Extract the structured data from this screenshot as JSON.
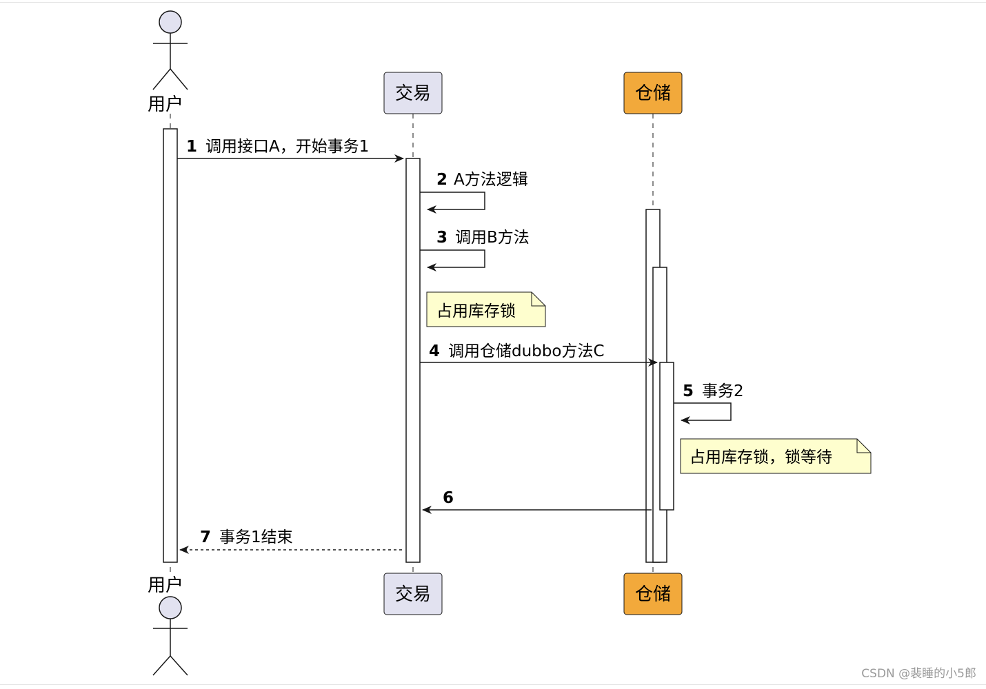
{
  "participants": {
    "user": {
      "label": "用户"
    },
    "trade": {
      "label": "交易"
    },
    "warehouse": {
      "label": "仓储"
    }
  },
  "messages": [
    {
      "num": "1",
      "text": "调用接口A，开始事务1"
    },
    {
      "num": "2",
      "text": "A方法逻辑"
    },
    {
      "num": "3",
      "text": "调用B方法"
    },
    {
      "num": "4",
      "text": "调用仓储dubbo方法C"
    },
    {
      "num": "5",
      "text": "事务2"
    },
    {
      "num": "6",
      "text": ""
    },
    {
      "num": "7",
      "text": "事务1结束"
    }
  ],
  "notes": [
    {
      "text": "占用库存锁"
    },
    {
      "text": "占用库存锁，锁等待"
    }
  ],
  "colors": {
    "trade_box": "#e2e2f0",
    "warehouse_box": "#f2a93b",
    "actor_head": "#e2e2f0",
    "note_bg": "#fefece",
    "line": "#181818"
  },
  "watermark": "CSDN @裴睡的小5郎"
}
